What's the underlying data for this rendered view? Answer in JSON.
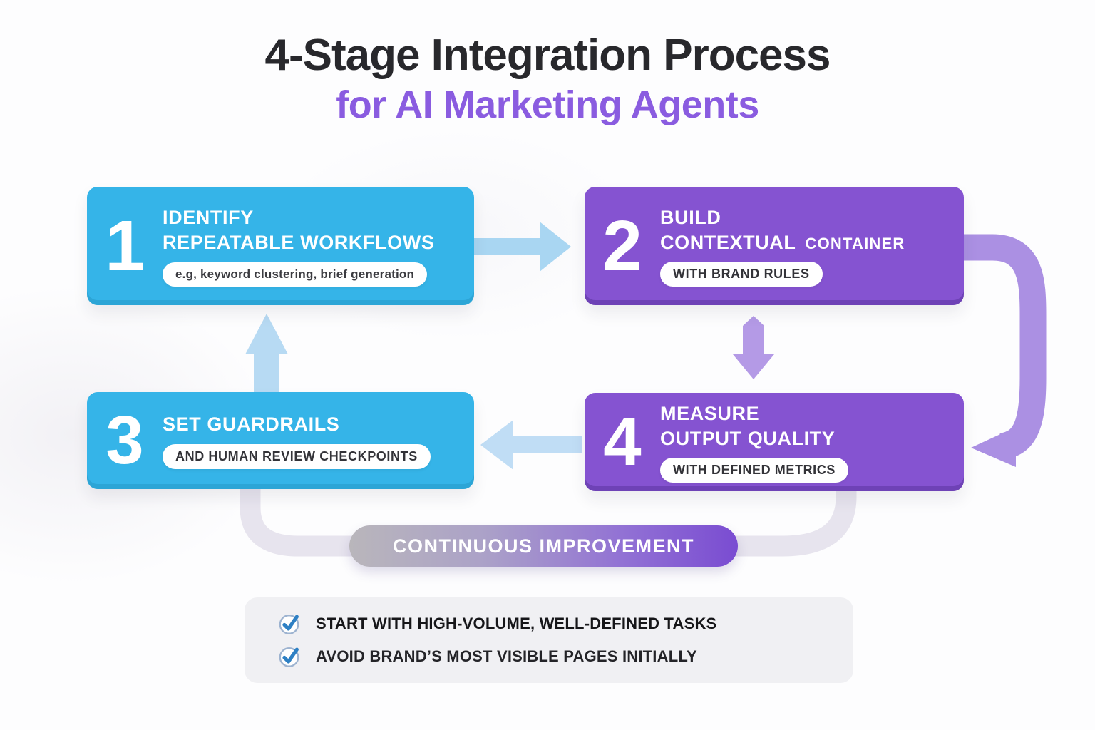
{
  "title": {
    "line1": "4-Stage Integration Process",
    "line2": "for AI Marketing Agents"
  },
  "stages": [
    {
      "number": "1",
      "heading_line1": "IDENTIFY",
      "heading_line2": "REPEATABLE WORKFLOWS",
      "heading_suffix": "",
      "pill": "e.g, keyword clustering, brief generation",
      "color": "#35b4e8"
    },
    {
      "number": "2",
      "heading_line1": "BUILD",
      "heading_line2": "CONTEXTUAL",
      "heading_suffix": "CONTAINER",
      "pill": "WITH BRAND RULES",
      "color": "#8553d1"
    },
    {
      "number": "3",
      "heading_line1": "SET GUARDRAILS",
      "heading_line2": "",
      "heading_suffix": "",
      "pill": "AND HUMAN REVIEW CHECKPOINTS",
      "color": "#35b4e8"
    },
    {
      "number": "4",
      "heading_line1": "MEASURE",
      "heading_line2": "OUTPUT QUALITY",
      "heading_suffix": "",
      "pill": "WITH DEFINED METRICS",
      "color": "#8553d1"
    }
  ],
  "banner": {
    "label": "CONTINUOUS IMPROVEMENT"
  },
  "checklist": {
    "items": [
      {
        "icon": "check-icon",
        "label": "START WITH HIGH-VOLUME, WELL-DEFINED TASKS"
      },
      {
        "icon": "check-icon",
        "label": "AVOID BRAND’S MOST VISIBLE PAGES INITIALLY"
      }
    ]
  },
  "colors": {
    "title_text": "#28282c",
    "accent_purple": "#8a5ce0",
    "stage_cyan": "#35b4e8",
    "stage_purple": "#8553d1",
    "arrow_blue": "#a9d6f2",
    "arrow_purple": "#b49ae6",
    "curve_purple": "#ab90e3",
    "loop_gray": "#e7e4ee",
    "banner_gradient_left": "#b9b6bb",
    "banner_gradient_right": "#7a4cd2",
    "check_blue": "#2e80c4",
    "card_gray": "#f0f0f3"
  }
}
